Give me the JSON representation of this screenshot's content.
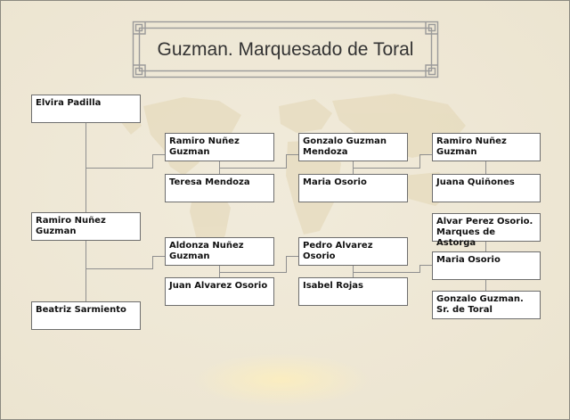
{
  "title": "Guzman. Marquesado de Toral",
  "persons": {
    "elvira_padilla": "Elvira Padilla",
    "ramiro_nunez_guzman_1": "Ramiro Nuñez Guzman",
    "beatriz_sarmiento": "Beatriz Sarmiento",
    "ramiro_nunez_guzman_2": "Ramiro Nuñez Guzman",
    "teresa_mendoza": "Teresa Mendoza",
    "aldonza_nunez_guzman": "Aldonza Nuñez Guzman",
    "juan_alvarez_osorio": "Juan Alvarez Osorio",
    "gonzalo_guzman_mendoza": "Gonzalo Guzman Mendoza",
    "maria_osorio_1": "Maria Osorio",
    "pedro_alvarez_osorio": "Pedro Alvarez Osorio",
    "isabel_rojas": "Isabel Rojas",
    "ramiro_nunez_guzman_3": "Ramiro Nuñez Guzman",
    "juana_quinones": "Juana Quiñones",
    "alvar_perez_osorio": "Alvar Perez Osorio. Marques de Astorga",
    "maria_osorio_2": "Maria Osorio",
    "gonzalo_guzman_sr_toral": "Gonzalo Guzman. Sr. de Toral"
  }
}
